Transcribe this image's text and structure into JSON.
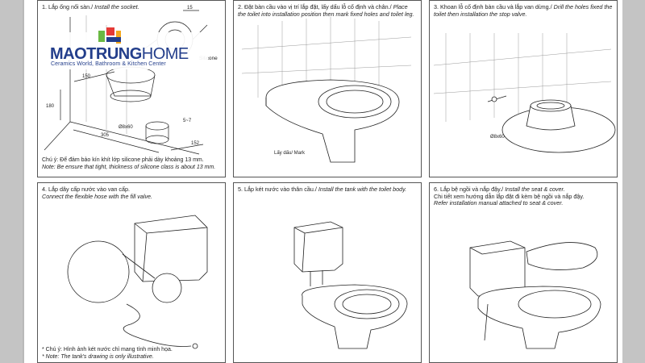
{
  "brand": {
    "name_bold": "MAOTRUNG",
    "name_light": "HOME",
    "tagline": "Ceramics World, Bathroom & Kitchen Center",
    "colors": {
      "blue": "#233e8b",
      "green": "#69b943",
      "red": "#e53a36",
      "yellow": "#f4a81d"
    }
  },
  "steps": [
    {
      "vi": "1. Lắp ống nối sàn./",
      "en": "Install the socket.",
      "labels": {
        "dim_15": "15",
        "silicone": "Silicone",
        "dim_150": "150",
        "dim_180": "180",
        "dim_305": "305",
        "hole": "Ø8x60",
        "dim_5_7": "5~7",
        "dim_152": "152"
      },
      "note_vi": "Chú ý: Để đảm bảo kín khít lớp silicone phải dày khoảng 13 mm.",
      "note_en": "Note: Be ensure that tight, thickness of silicone class is about 13 mm."
    },
    {
      "vi": "2. Đặt bàn cầu vào vị trí lắp đặt, lấy dấu lỗ cố định và chân./",
      "en": "Place the toilet into installation position then mark fixed holes and toilet leg.",
      "labels": {
        "mark": "Lấy dấu/ Mark"
      }
    },
    {
      "vi": "3. Khoan lỗ cố định bàn cầu và lắp van dừng./",
      "en": "Drill the holes fixed the toilet then installation the stop valve.",
      "labels": {
        "hole": "Ø8x60"
      }
    },
    {
      "vi": "4. Lắp dây cấp nước vào van cấp.",
      "en": "Connect the flexible hose with the fill valve.",
      "note_vi": "* Chú ý: Hình ảnh két nước chỉ mang tính minh họa.",
      "note_en": "* Note: The tank's drawing is only illustrative."
    },
    {
      "vi": "5. Lắp két nước vào thân cầu./",
      "en": "Install the tank with the toilet body."
    },
    {
      "vi": "6. Lắp bệ ngồi và nắp đậy./",
      "en": "Install the seat & cover.",
      "line2": "Chi tiết xem hướng dẫn lắp đặt đi kèm bệ ngồi và nắp đậy.",
      "line3": "Refer installation manual attached to seat & cover."
    }
  ]
}
